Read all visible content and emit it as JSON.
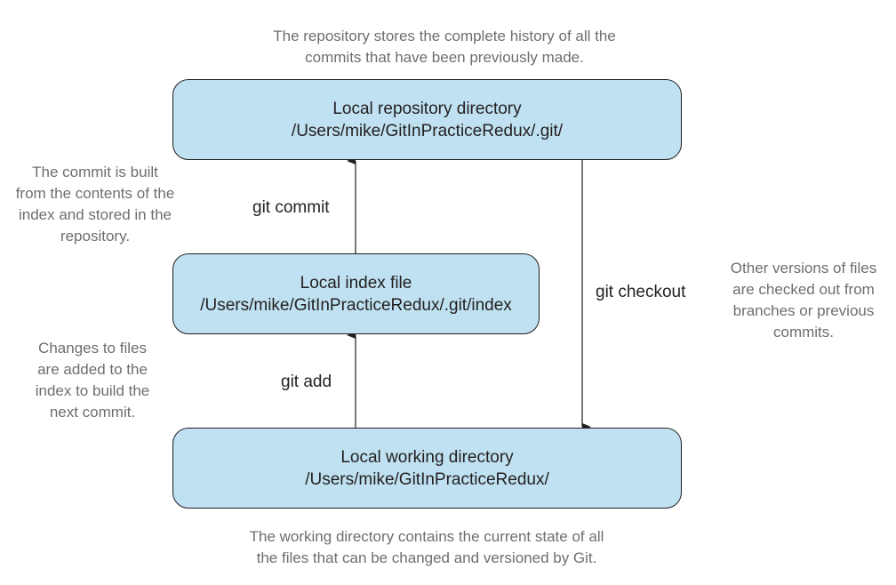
{
  "nodes": {
    "repo": {
      "title": "Local repository directory",
      "path": "/Users/mike/GitInPracticeRedux/.git/"
    },
    "index": {
      "title": "Local index file",
      "path": "/Users/mike/GitInPracticeRedux/.git/index"
    },
    "work": {
      "title": "Local working directory",
      "path": "/Users/mike/GitInPracticeRedux/"
    }
  },
  "edges": {
    "commit": "git commit",
    "add": "git add",
    "checkout": "git checkout"
  },
  "notes": {
    "top": "The repository stores the complete history of all the\ncommits that have been previously made.",
    "commit": "The commit is built\nfrom the contents of the\nindex and stored in the\nrepository.",
    "add": "Changes to files\nare added to the\nindex to build the\nnext commit.",
    "checkout": "Other versions of files\nare checked out from\nbranches or previous\ncommits.",
    "bottom": "The working directory contains the current state of all\nthe files that can be changed and versioned by Git."
  },
  "colors": {
    "box_fill": "#bfe1f1",
    "box_stroke": "#231f20",
    "note_text": "#6d6e71",
    "main_text": "#231f20"
  }
}
